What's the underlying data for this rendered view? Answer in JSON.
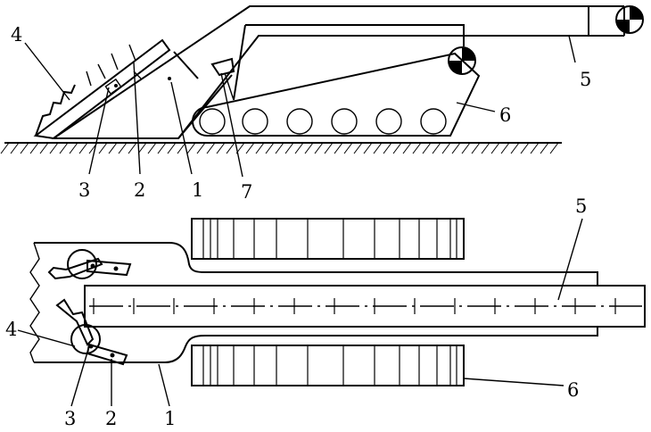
{
  "diagram": {
    "side_view": {
      "labels": {
        "l4": "4",
        "l3": "3",
        "l2": "2",
        "l1": "1",
        "l7": "7",
        "l5": "5",
        "l6": "6"
      }
    },
    "top_view": {
      "labels": {
        "l5": "5",
        "l4": "4",
        "l3": "3",
        "l2": "2",
        "l1": "1",
        "l6": "6"
      }
    },
    "colors": {
      "line": "#000000",
      "background": "#ffffff"
    }
  }
}
